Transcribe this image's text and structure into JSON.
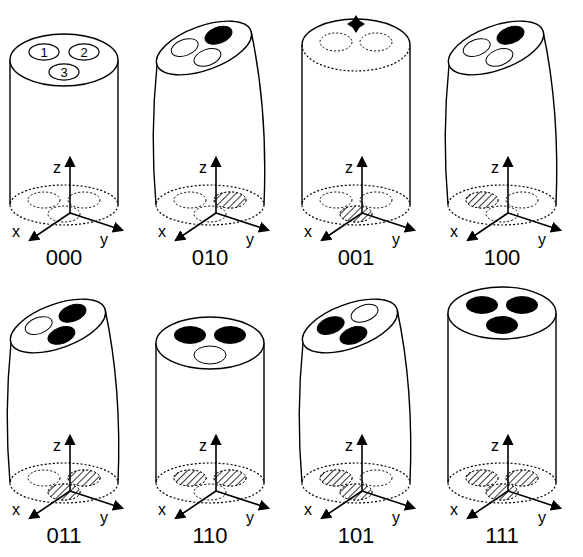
{
  "diagram": {
    "nodes": [
      {
        "text": [
          "1"
        ]
      },
      {
        "text": [
          "2"
        ]
      },
      {
        "text": [
          "3"
        ]
      }
    ],
    "labels": [
      "z",
      "x",
      "y",
      "000",
      "z",
      "x",
      "y",
      "010",
      "z",
      "x",
      "y",
      "001",
      "z",
      "x",
      "y",
      "100",
      "z",
      "x",
      "y",
      "011",
      "z",
      "x",
      "y",
      "110",
      "z",
      "x",
      "y",
      "101",
      "z",
      "x",
      "y",
      "111"
    ]
  }
}
